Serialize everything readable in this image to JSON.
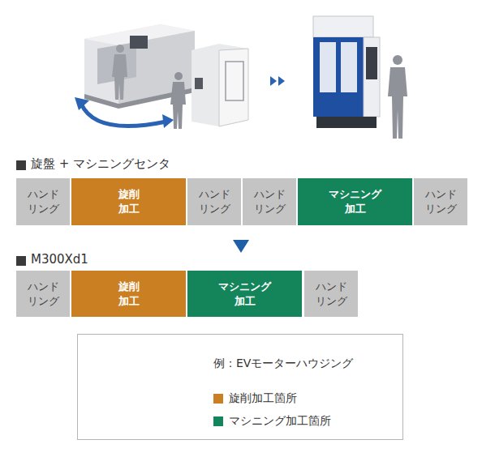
{
  "diagram": {
    "nodes": [
      {
        "text": [
          "ハンド リング"
        ]
      },
      {
        "text": [
          "旋削 加工"
        ]
      },
      {
        "text": [
          "ハンド リング"
        ]
      },
      {
        "text": [
          "ハンド リング"
        ]
      },
      {
        "text": [
          "マシニング 加工"
        ]
      },
      {
        "text": [
          "ハンド リング"
        ]
      },
      {
        "text": [
          "ハンド リング"
        ]
      },
      {
        "text": [
          "旋削 加工"
        ]
      },
      {
        "text": [
          "マシニング 加工"
        ]
      },
      {
        "text": [
          "ハンド リング"
        ]
      },
      {
        "text": [
          "例：EVモーターハウジング"
        ]
      }
    ],
    "labels": [
      "旋盤 + マシニングセンタ",
      "M300Xd1"
    ],
    "legend": [
      {
        "text": "旋削加工箇所",
        "color": "#c97f22"
      },
      {
        "text": "マシニング加工箇所",
        "color": "#14855a"
      }
    ]
  }
}
